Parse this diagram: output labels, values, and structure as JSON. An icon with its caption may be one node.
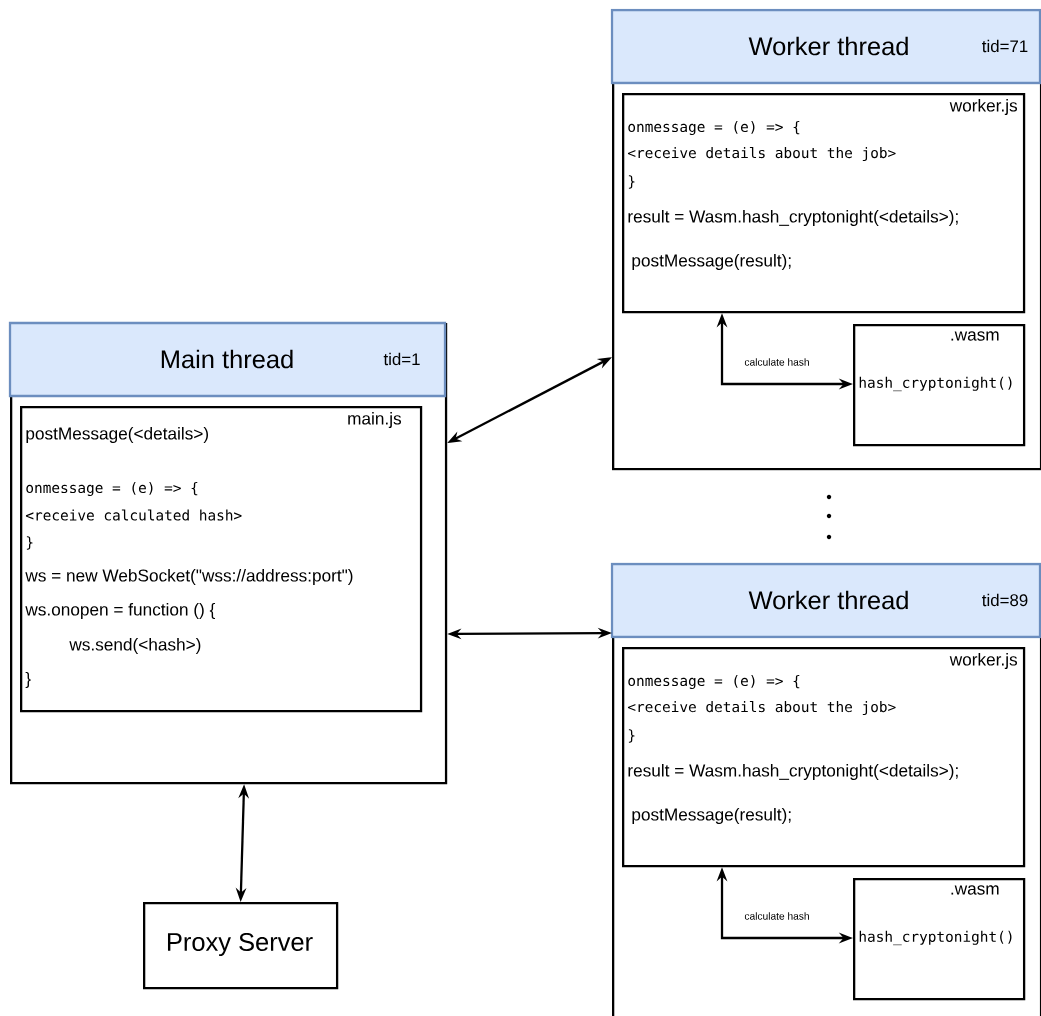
{
  "diagram": {
    "nodes": [
      {
        "text": [
          "Main thread",
          "tid=1"
        ]
      },
      {
        "text": [
          "main.js",
          "postMessage(<details>)",
          "onmessage = (e) => {",
          "<receive calculated hash>",
          "}",
          "ws = new WebSocket(\"wss://address:port\")",
          "ws.onopen = function () {",
          "ws.send(<hash>)",
          "}"
        ],
        "in": 0
      },
      {
        "text": [
          "Worker thread",
          "tid=71"
        ]
      },
      {
        "text": [
          "worker.js",
          "onmessage = (e) => {",
          "<receive details about the job>",
          "}",
          "result = Wasm.hash_cryptonight(<details>);",
          "postMessage(result);"
        ],
        "in": 2
      },
      {
        "text": [
          ".wasm",
          "hash_cryptonight()"
        ],
        "in": 2
      },
      {
        "text": [
          "Worker thread",
          "tid=89"
        ]
      },
      {
        "text": [
          "worker.js",
          "onmessage = (e) => {",
          "<receive details about the job>",
          "}",
          "result = Wasm.hash_cryptonight(<details>);",
          "postMessage(result);"
        ],
        "in": 5
      },
      {
        "text": [
          ".wasm",
          "hash_cryptonight()"
        ],
        "in": 5
      },
      {
        "text": [
          "Proxy Server"
        ]
      }
    ],
    "edges": [
      {
        "from": 0,
        "to": 2,
        "arrow": "both"
      },
      {
        "from": 3,
        "to": 4,
        "arrow": "both",
        "label": "calculate hash"
      },
      {
        "from": 0,
        "to": 5,
        "arrow": "both"
      },
      {
        "from": 6,
        "to": 7,
        "arrow": "both",
        "label": "calculate hash"
      },
      {
        "from": 0,
        "to": 8,
        "arrow": "both"
      }
    ]
  }
}
